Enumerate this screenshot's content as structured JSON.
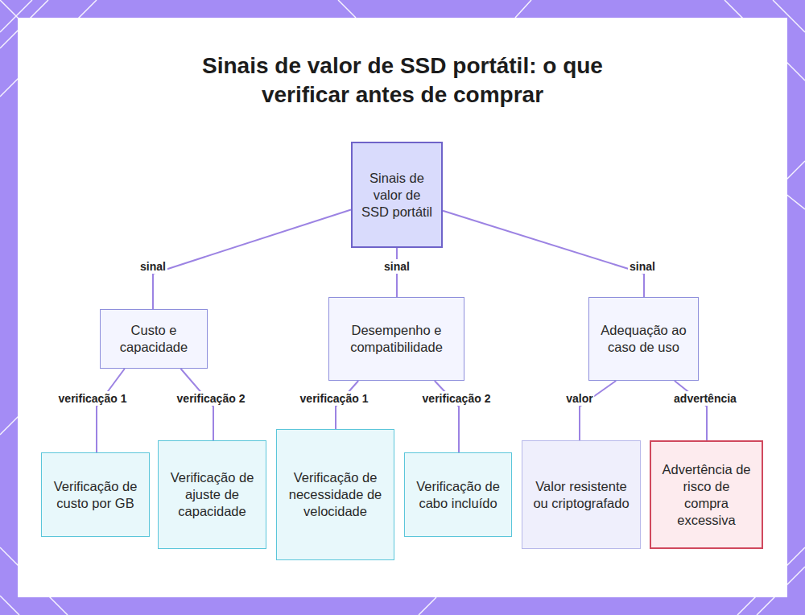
{
  "diagram": {
    "title": "Sinais de valor de SSD portátil: o que verificar antes de comprar",
    "nodes": [
      {
        "text": [
          "Sinais de valor de SSD portátil"
        ]
      },
      {
        "text": [
          "Custo e capacidade"
        ]
      },
      {
        "text": [
          "Desempenho e compatibilidade"
        ]
      },
      {
        "text": [
          "Adequação ao caso de uso"
        ]
      },
      {
        "text": [
          "Verificação de custo por GB"
        ]
      },
      {
        "text": [
          "Verificação de ajuste de capacidade"
        ]
      },
      {
        "text": [
          "Verificação de necessidade de velocidade"
        ]
      },
      {
        "text": [
          "Verificação de cabo incluído"
        ]
      },
      {
        "text": [
          "Valor resistente ou criptografado"
        ]
      },
      {
        "text": [
          "Advertência de risco de compra excessiva"
        ]
      }
    ],
    "edges": [
      {
        "from": 0,
        "to": 1,
        "label": "sinal",
        "arrow": "none"
      },
      {
        "from": 0,
        "to": 2,
        "label": "sinal",
        "arrow": "none"
      },
      {
        "from": 0,
        "to": 3,
        "label": "sinal",
        "arrow": "none"
      },
      {
        "from": 1,
        "to": 4,
        "label": "verificação 1",
        "arrow": "none"
      },
      {
        "from": 1,
        "to": 5,
        "label": "verificação 2",
        "arrow": "none"
      },
      {
        "from": 2,
        "to": 6,
        "label": "verificação 1",
        "arrow": "none"
      },
      {
        "from": 2,
        "to": 7,
        "label": "verificação 2",
        "arrow": "none"
      },
      {
        "from": 3,
        "to": 8,
        "label": "valor",
        "arrow": "none"
      },
      {
        "from": 3,
        "to": 9,
        "label": "advertência",
        "arrow": "none"
      }
    ]
  }
}
